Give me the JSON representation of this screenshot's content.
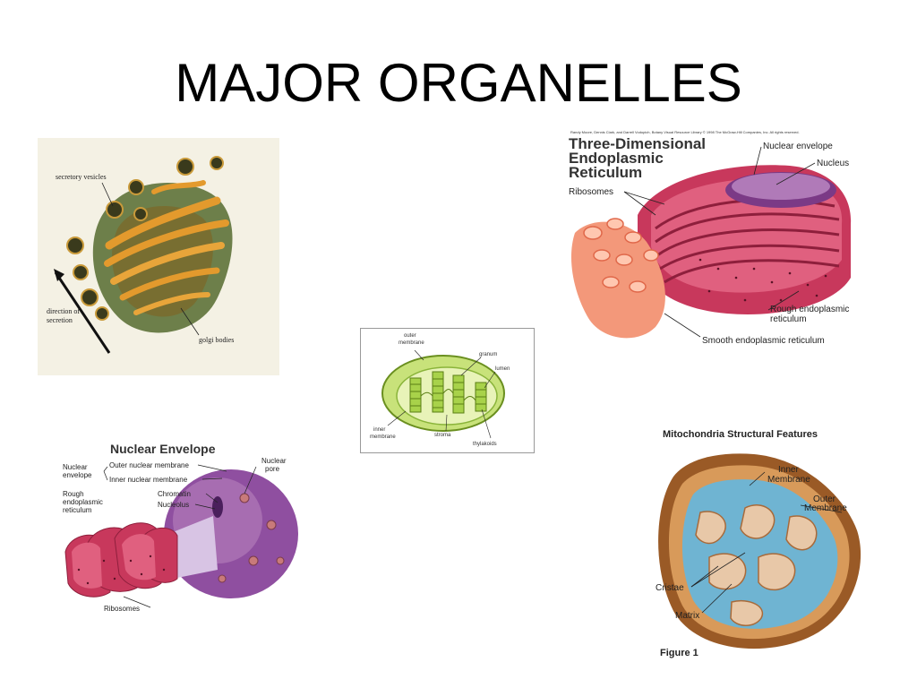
{
  "slide": {
    "title": "MAJOR ORGANELLES"
  },
  "golgi": {
    "label_vesicles": "secretory vesicles",
    "label_direction_1": "direction of",
    "label_direction_2": "secretion",
    "label_bodies": "golgi bodies"
  },
  "er": {
    "credit": "Randy Moore, Dennis Clark, and Darrell Vodopich, Botany Visual Resource Library © 1998 The McGraw-Hill Companies, Inc. All rights reserved.",
    "title_1": "Three-Dimensional",
    "title_2": "Endoplasmic",
    "title_3": "Reticulum",
    "label_envelope": "Nuclear envelope",
    "label_nucleus": "Nucleus",
    "label_ribosomes": "Ribosomes",
    "label_rough_1": "Rough endoplasmic",
    "label_rough_2": "reticulum",
    "label_smooth": "Smooth endoplasmic reticulum"
  },
  "chloroplast": {
    "label_outer_1": "outer",
    "label_outer_2": "membrane",
    "label_granum": "granum",
    "label_lumen": "lumen",
    "label_inner_1": "inner",
    "label_inner_2": "membrane",
    "label_stroma": "stroma",
    "label_thylakoids": "thylakoids"
  },
  "nuclear": {
    "title": "Nuclear Envelope",
    "label_nuclear_1": "Nuclear",
    "label_nuclear_2": "envelope",
    "label_outer": "Outer nuclear membrane",
    "label_inner": "Inner nuclear membrane",
    "label_pore_1": "Nuclear",
    "label_pore_2": "pore",
    "label_rough_1": "Rough",
    "label_rough_2": "endoplasmic",
    "label_rough_3": "reticulum",
    "label_chromatin": "Chromatin",
    "label_nucleolus": "Nucleolus",
    "label_ribosomes": "Ribosomes"
  },
  "mito": {
    "title": "Mitochondria Structural Features",
    "label_inner_1": "Inner",
    "label_inner_2": "Membrane",
    "label_outer_1": "Outer",
    "label_outer_2": "Membrane",
    "label_cristae": "Cristae",
    "label_matrix": "Matrix",
    "label_figure": "Figure 1"
  },
  "colors": {
    "golgi_bg": "#f4f1e4",
    "golgi_orange": "#e39a2d",
    "er_pink": "#c8385c",
    "er_salmon": "#f3987a",
    "chloroplast_green": "#a8d24a",
    "nucleus_purple": "#9a5aa8",
    "mito_brown": "#9a5a26",
    "mito_blue": "#6fb4d2"
  }
}
